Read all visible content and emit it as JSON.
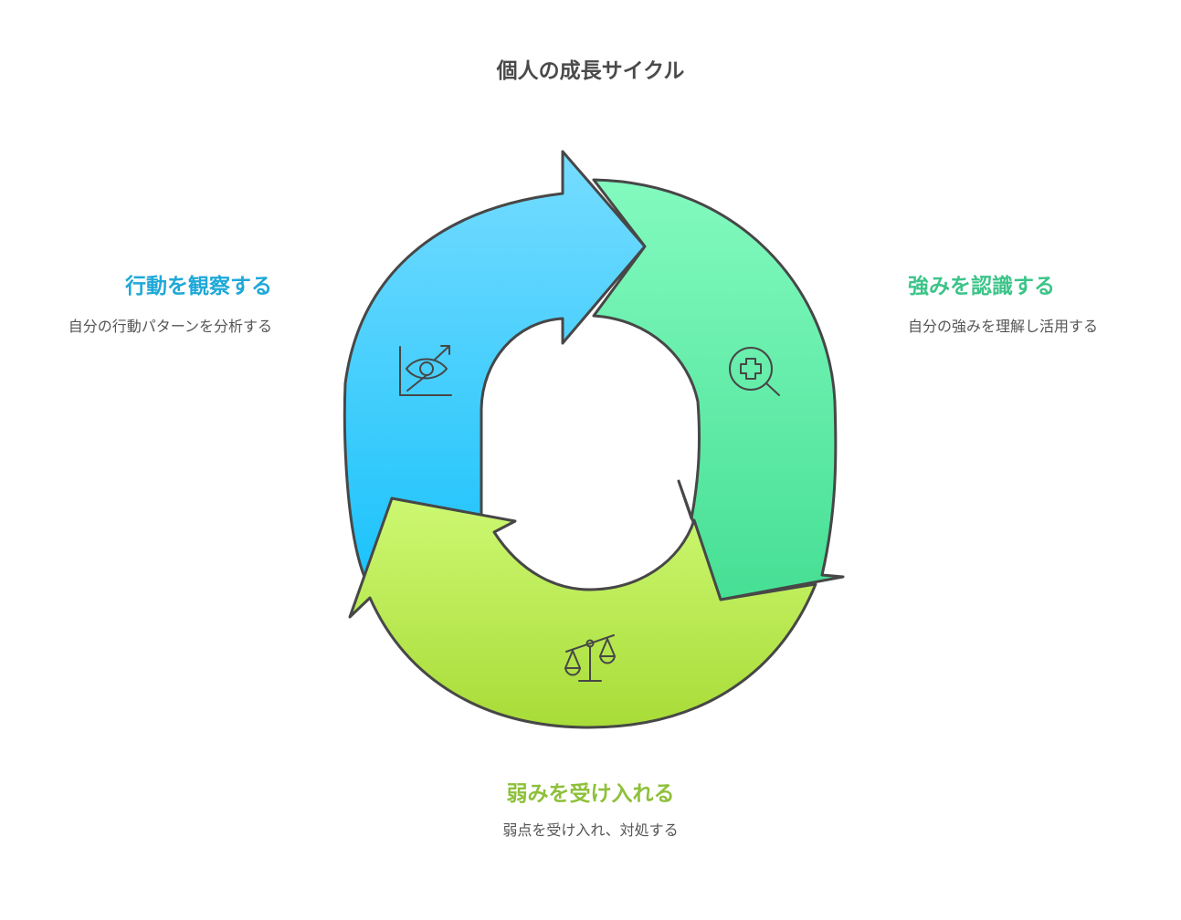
{
  "title": "個人の成長サイクル",
  "steps": [
    {
      "heading": "行動を観察する",
      "description": "自分の行動パターンを分析する",
      "icon": "eye-chart-icon",
      "color": "#1fa8d8"
    },
    {
      "heading": "強みを認識する",
      "description": "自分の強みを理解し活用する",
      "icon": "magnify-plus-icon",
      "color": "#3cc489"
    },
    {
      "heading": "弱みを受け入れる",
      "description": "弱点を受け入れ、対処する",
      "icon": "scales-icon",
      "color": "#8ec03a"
    }
  ]
}
